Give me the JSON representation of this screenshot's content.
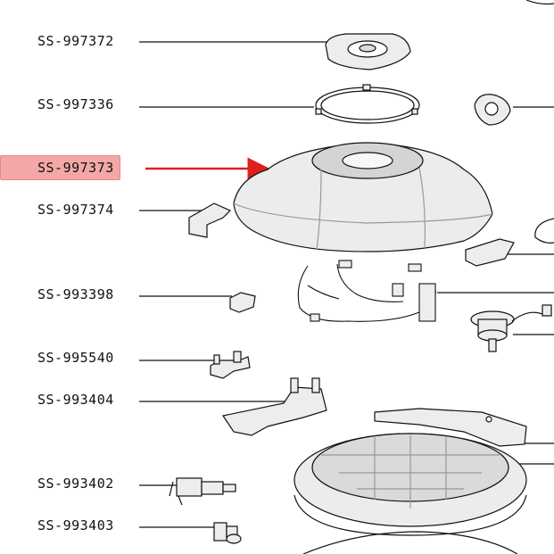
{
  "parts": [
    {
      "code": "SS-997372",
      "highlight": false
    },
    {
      "code": "SS-997336",
      "highlight": false
    },
    {
      "code": "SS-997373",
      "highlight": true
    },
    {
      "code": "SS-997374",
      "highlight": false
    },
    {
      "code": "SS-993398",
      "highlight": false
    },
    {
      "code": "SS-995540",
      "highlight": false
    },
    {
      "code": "SS-993404",
      "highlight": false
    },
    {
      "code": "SS-993402",
      "highlight": false
    },
    {
      "code": "SS-993403",
      "highlight": false
    }
  ],
  "colors": {
    "highlight_bg": "#f4a7a7",
    "arrow": "#e02020",
    "drawing_fill": "#ededed",
    "outline": "#111111"
  }
}
